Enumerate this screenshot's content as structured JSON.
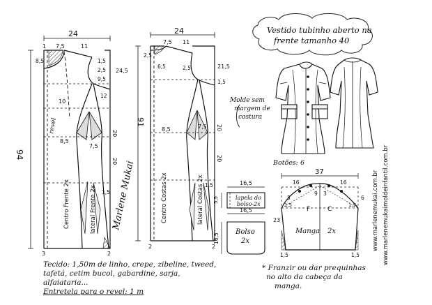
{
  "title": {
    "line1": "Vestido tubinho aberto na",
    "line2": "frente tamanho 40"
  },
  "front_piece": {
    "width_top": "24",
    "shoulder_a": "7,5",
    "shoulder_b": "11",
    "neck_drop": "8,5",
    "armhole_a": "1,5",
    "armhole_b": "2,5",
    "side_upper": "24,5",
    "bust_mark": "9,5",
    "dart_upper": "12",
    "bust_width": "10",
    "revel": "revel",
    "length": "94",
    "waist_mark": "8,5",
    "waist_width": "7,5",
    "hip_a": "20",
    "hip_b": "20",
    "hem_mark": "1,5",
    "center_label": "Centro Frente 2x",
    "lateral_label": "lateral Frente 2x",
    "bottom_left": "3",
    "bottom_right": "2",
    "top_left": "1"
  },
  "back_piece": {
    "width_top": "24",
    "shoulder_a": "7,5",
    "shoulder_b": "11",
    "neck_a": "2,5",
    "neck_b": "6,5",
    "armhole_a": "2,5",
    "side_upper": "21,5",
    "side_mid": "1,5",
    "length": "91",
    "waist_a": "8,5",
    "waist_b": "7,5",
    "hip_a": "20",
    "hip_b": "20",
    "hem_mark": "1,5",
    "center_label": "Centro Costas 2x",
    "lateral_label": "lateral Costas 2x",
    "bottom_left": "2",
    "bottom_right": "2"
  },
  "molde_note": {
    "line1": "Molde sem",
    "line2": "margem de",
    "line3": "costura"
  },
  "buttons": "Botões: 6",
  "pocket_flap": {
    "width": "16,5",
    "height": "5,5",
    "label_line1": "lapela do",
    "label_line2": "bolso-2x"
  },
  "pocket": {
    "width": "16,5",
    "height": "16,5",
    "label_line1": "Bolso",
    "label_line2": "2x"
  },
  "sleeve": {
    "width": "37",
    "top_left": "16",
    "top_right": "16",
    "cap_a": "5",
    "cap_b": "6",
    "cap_c": "9",
    "cap_d": "3",
    "mid_a": "1,5",
    "mid_b": "1,5",
    "side": "23",
    "label": "Manga",
    "qty": "2x",
    "front_mark": "F",
    "back_mark": "C",
    "hem_a": "1,5",
    "hem_b": "1,5"
  },
  "fabric_note": {
    "line1": "Tecido: 1,50m de linho, crepe, zibeline, tweed,",
    "line2": "tafetá, cetim bucol, gabardine, sarja, alfaiataria...",
    "line3": "Entretela para o revel: 1 m"
  },
  "franzir_note": {
    "line1": "* Franzir ou dar prequinhas",
    "line2": "no alto da cabeça da",
    "line3": "manga."
  },
  "signature": "Marlene Mukai",
  "website_1": "www.marlenemukai.com.br",
  "website_2": "www.marlenemukaimoldeinfantil.com.br"
}
